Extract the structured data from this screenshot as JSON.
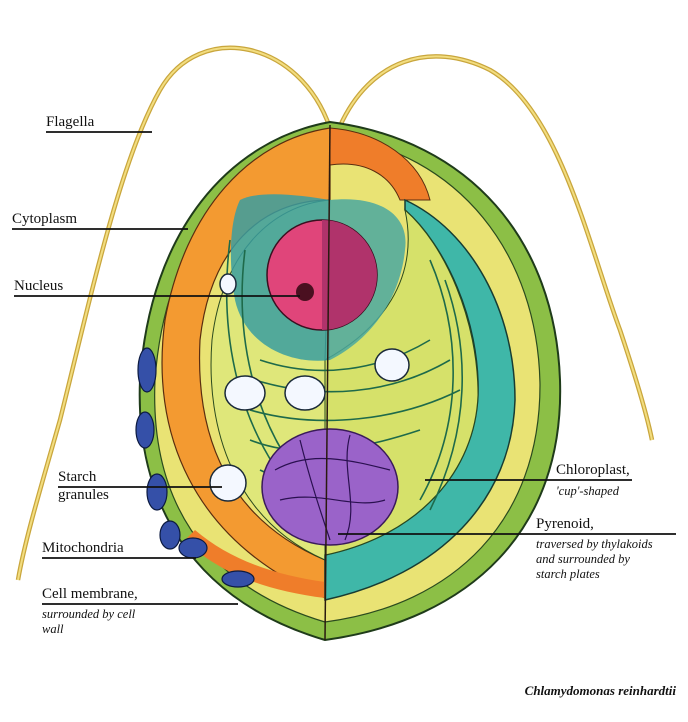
{
  "labels": {
    "flagella": "Flagella",
    "cytoplasm": "Cytoplasm",
    "nucleus": "Nucleus",
    "starch_line1": "Starch",
    "starch_line2": "granules",
    "mitochondria": "Mitochondria",
    "cell_membrane": "Cell membrane,",
    "cell_membrane_sub1": "surrounded by cell",
    "cell_membrane_sub2": "wall",
    "chloroplast": "Chloroplast,",
    "chloroplast_sub": "'cup'-shaped",
    "pyrenoid": "Pyrenoid,",
    "pyrenoid_sub1": "traversed by thylakoids",
    "pyrenoid_sub2": "and surrounded by",
    "pyrenoid_sub3": "starch plates"
  },
  "caption": "Chlamydomonas reinhardtii",
  "colors": {
    "outer_green": "#7fb83a",
    "wall_yellow": "#e6df6a",
    "cytoplasm_orange": "#f2962e",
    "chloroplast_teal": "#3fb7a8",
    "chloroplast_green": "#bfd858",
    "nucleus_pink": "#e0457a",
    "pyrenoid_purple": "#9a63c9",
    "mitochondria_blue": "#3550a8",
    "flagella_yellow": "#e8c650"
  }
}
